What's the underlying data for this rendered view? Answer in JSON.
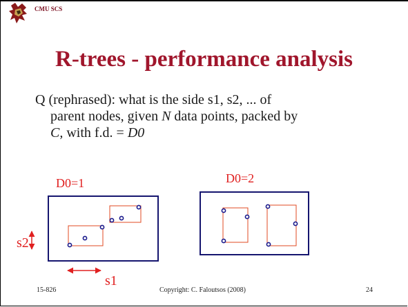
{
  "header": {
    "brand": "CMU SCS",
    "logo_icon": "cmu-dragon-logo-icon"
  },
  "title": "R-trees - performance analysis",
  "question": {
    "line1": "Q (rephrased): what is the side s1, s2, ... of",
    "line2_pre": "parent nodes, given ",
    "line2_var": "N",
    "line2_post": " data points, packed by",
    "line3_var1": "C,",
    "line3_mid": " with f.d. = ",
    "line3_var2": "D0"
  },
  "diagram": {
    "left_label": "D0=1",
    "right_label": "D0=2",
    "side_label_vertical": "s2",
    "side_label_horizontal": "s1",
    "colors": {
      "label": "#e02020",
      "inner_box": "#e04a20",
      "outer_box": "#14146e",
      "point_fill": "#ffffff",
      "point_stroke": "#1a1a8c"
    }
  },
  "footer": {
    "course": "15-826",
    "copyright": "Copyright: C. Faloutsos (2008)",
    "page": "24"
  }
}
